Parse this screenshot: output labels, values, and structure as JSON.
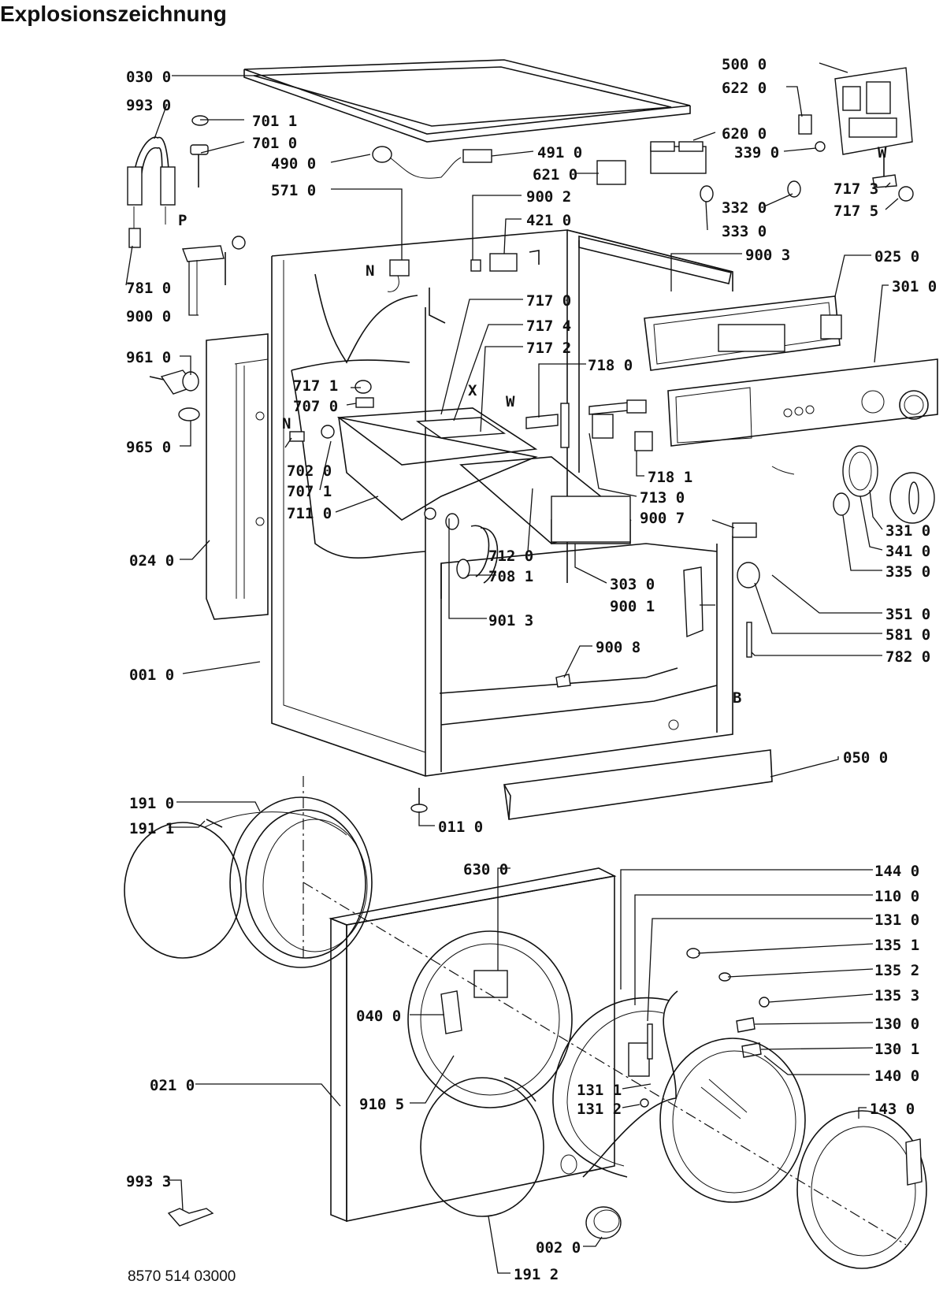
{
  "page": {
    "title": "Explosionszeichnung",
    "document_number": "8570 514 03000"
  },
  "parts": [
    {
      "id": "p0300",
      "label": "030 0"
    },
    {
      "id": "p9930",
      "label": "993 0"
    },
    {
      "id": "p7011",
      "label": "701 1"
    },
    {
      "id": "p7010",
      "label": "701 0"
    },
    {
      "id": "p4900",
      "label": "490 0"
    },
    {
      "id": "p5710",
      "label": "571 0"
    },
    {
      "id": "p7810",
      "label": "781 0"
    },
    {
      "id": "p9000",
      "label": "900 0"
    },
    {
      "id": "p9610",
      "label": "961 0"
    },
    {
      "id": "p9650",
      "label": "965 0"
    },
    {
      "id": "p0240",
      "label": "024 0"
    },
    {
      "id": "p0010",
      "label": "001 0"
    },
    {
      "id": "p7171",
      "label": "717 1"
    },
    {
      "id": "p7070",
      "label": "707 0"
    },
    {
      "id": "p7020",
      "label": "702 0"
    },
    {
      "id": "p7071",
      "label": "707 1"
    },
    {
      "id": "p7110",
      "label": "711 0"
    },
    {
      "id": "p5000",
      "label": "500 0"
    },
    {
      "id": "p6220",
      "label": "622 0"
    },
    {
      "id": "p6200",
      "label": "620 0"
    },
    {
      "id": "p3390",
      "label": "339 0"
    },
    {
      "id": "p4910",
      "label": "491 0"
    },
    {
      "id": "p6210",
      "label": "621 0"
    },
    {
      "id": "p7173",
      "label": "717 3"
    },
    {
      "id": "p7175",
      "label": "717 5"
    },
    {
      "id": "p3320",
      "label": "332 0"
    },
    {
      "id": "p3330",
      "label": "333 0"
    },
    {
      "id": "p9002",
      "label": "900 2"
    },
    {
      "id": "p4210",
      "label": "421 0"
    },
    {
      "id": "p9003",
      "label": "900 3"
    },
    {
      "id": "p0250",
      "label": "025 0"
    },
    {
      "id": "p3010",
      "label": "301 0"
    },
    {
      "id": "p7170",
      "label": "717 0"
    },
    {
      "id": "p7174",
      "label": "717 4"
    },
    {
      "id": "p7172",
      "label": "717 2"
    },
    {
      "id": "p7180",
      "label": "718 0"
    },
    {
      "id": "p7181",
      "label": "718 1"
    },
    {
      "id": "p7130",
      "label": "713 0"
    },
    {
      "id": "p9007",
      "label": "900 7"
    },
    {
      "id": "p3310",
      "label": "331 0"
    },
    {
      "id": "p3410",
      "label": "341 0"
    },
    {
      "id": "p3350",
      "label": "335 0"
    },
    {
      "id": "p7120",
      "label": "712 0"
    },
    {
      "id": "p7081",
      "label": "708 1"
    },
    {
      "id": "p9013",
      "label": "901 3"
    },
    {
      "id": "p3030",
      "label": "303 0"
    },
    {
      "id": "p9001",
      "label": "900 1"
    },
    {
      "id": "p9008",
      "label": "900 8"
    },
    {
      "id": "p3510",
      "label": "351 0"
    },
    {
      "id": "p5810",
      "label": "581 0"
    },
    {
      "id": "p7820",
      "label": "782 0"
    },
    {
      "id": "p0500",
      "label": "050 0"
    },
    {
      "id": "p0110",
      "label": "011 0"
    },
    {
      "id": "p1910",
      "label": "191 0"
    },
    {
      "id": "p1911",
      "label": "191 1"
    },
    {
      "id": "p6300",
      "label": "630 0"
    },
    {
      "id": "p1440",
      "label": "144 0"
    },
    {
      "id": "p1100",
      "label": "110 0"
    },
    {
      "id": "p1310",
      "label": "131 0"
    },
    {
      "id": "p1351",
      "label": "135 1"
    },
    {
      "id": "p1352",
      "label": "135 2"
    },
    {
      "id": "p1353",
      "label": "135 3"
    },
    {
      "id": "p0400",
      "label": "040 0"
    },
    {
      "id": "p1300",
      "label": "130 0"
    },
    {
      "id": "p1301",
      "label": "130 1"
    },
    {
      "id": "p1400",
      "label": "140 0"
    },
    {
      "id": "p0210",
      "label": "021 0"
    },
    {
      "id": "p9105",
      "label": "910 5"
    },
    {
      "id": "p1311",
      "label": "131 1"
    },
    {
      "id": "p1312",
      "label": "131 2"
    },
    {
      "id": "p1430",
      "label": "143 0"
    },
    {
      "id": "p9933",
      "label": "993 3"
    },
    {
      "id": "p0020",
      "label": "002 0"
    },
    {
      "id": "p1912",
      "label": "191 2"
    }
  ],
  "markers": {
    "p": "P",
    "n_top": "N",
    "n_left": "N",
    "w_right": "W",
    "w_center": "W",
    "x_center": "X",
    "b_right": "B"
  }
}
